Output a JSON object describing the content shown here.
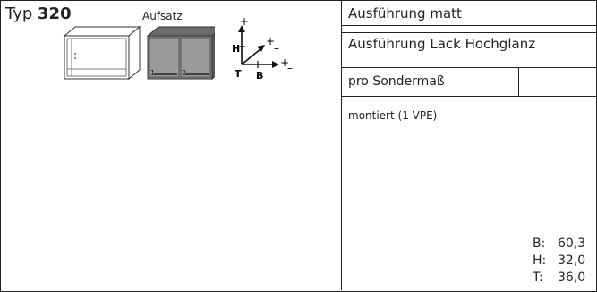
{
  "header": {
    "typ_prefix": "Typ",
    "typ_number": "320",
    "category": "Aufsatz"
  },
  "product_images": {
    "left": "open-shelf-unit",
    "right": "two-door-cabinet",
    "door_labels": [
      "1",
      "2"
    ]
  },
  "dimension_diagram": {
    "axis_h": "H",
    "axis_b": "B",
    "axis_t": "T",
    "plus": "+",
    "minus": "–"
  },
  "finishes": [
    {
      "label": "Ausführung matt"
    },
    {
      "label": "Ausführung Lack Hochglanz"
    }
  ],
  "special": {
    "label": "pro Sondermaß"
  },
  "note": "montiert (1 VPE)",
  "dimensions": [
    {
      "key": "B:",
      "value": "60,3"
    },
    {
      "key": "H:",
      "value": "32,0"
    },
    {
      "key": "T:",
      "value": "36,0"
    }
  ]
}
